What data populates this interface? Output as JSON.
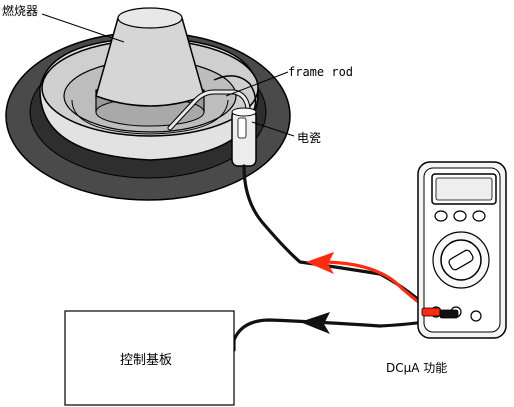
{
  "labels": {
    "burner": "燃烧器",
    "frame_rod": "frame rod",
    "ceramic": "电瓷",
    "control_board": "控制基板",
    "meter_function": "DCμA 功能"
  },
  "colors": {
    "probe_red": "#ff2a10",
    "probe_black": "#111111",
    "burner_ring": "#555555",
    "burner_body": "#d8d8d8"
  },
  "icons": [
    "burner",
    "frame-rod",
    "ceramic-insulator",
    "multimeter",
    "current-flow-arrow"
  ]
}
